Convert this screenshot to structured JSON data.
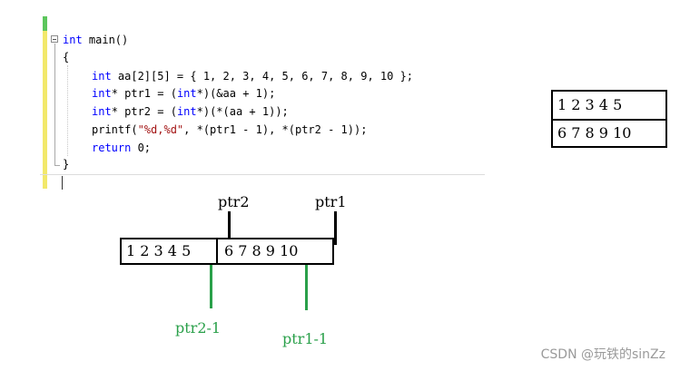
{
  "code": {
    "lines": [
      {
        "kw": "int",
        "rest": " main()"
      },
      {
        "text": "{"
      },
      {
        "kw": "int",
        "rest": " aa[2][5] = { 1, 2, 3, 4, 5, 6, 7, 8, 9, 10 };"
      },
      {
        "kw": "int",
        "rest": "* ptr1 = (",
        "kw2": "int",
        "rest2": "*)(&aa + 1);"
      },
      {
        "kw": "int",
        "rest": "* ptr2 = (",
        "kw2": "int",
        "rest2": "*)(*(aa + 1));"
      },
      {
        "pre": "printf(",
        "str": "\"%d,%d\"",
        "post": ", *(ptr1 - 1), *(ptr2 - 1));"
      },
      {
        "kw": "return",
        "rest": " 0;"
      },
      {
        "text": "}"
      }
    ]
  },
  "matrix": {
    "row1": "1 2 3 4 5",
    "row2": "6 7 8 9 10"
  },
  "diagram": {
    "ptr2_label": "ptr2",
    "ptr1_label": "ptr1",
    "left_half": "1 2 3 4 5",
    "right_half": "6 7 8 9 10",
    "ptr2_minus_1_label": "ptr2-1",
    "ptr1_minus_1_label": "ptr1-1"
  },
  "watermark": "CSDN @玩铁的sinZz",
  "colors": {
    "keyword": "#0000ff",
    "string": "#a31515",
    "green_annotation": "#2aa04a",
    "change_bar_yellow": "#f2e86b",
    "change_bar_green": "#5cc65c"
  }
}
